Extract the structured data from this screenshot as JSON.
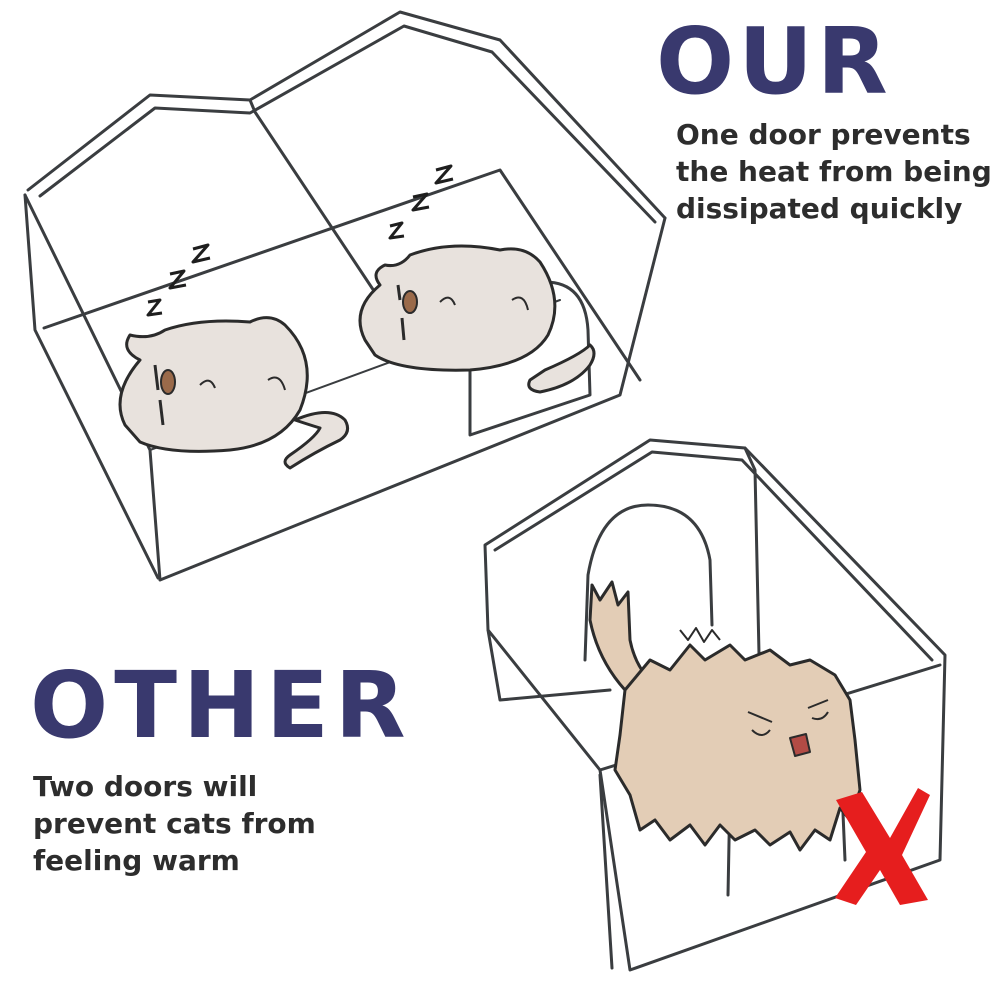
{
  "our": {
    "heading": "OUR",
    "caption_lines": [
      "One door prevents",
      "the heat from being",
      "dissipated quickly"
    ]
  },
  "other": {
    "heading": "OTHER",
    "caption_lines": [
      "Two doors will",
      "prevent cats from",
      "feeling warm"
    ]
  },
  "colors": {
    "heading": "#39396e",
    "caption": "#2d2d2d",
    "outline": "#3a3d40",
    "sleeping_cat": "#e8e2dd",
    "angry_cat": "#e3cdb6",
    "reject_mark": "#e61e1e"
  },
  "icons": [
    "sleep-z-icon",
    "reject-x-icon"
  ]
}
